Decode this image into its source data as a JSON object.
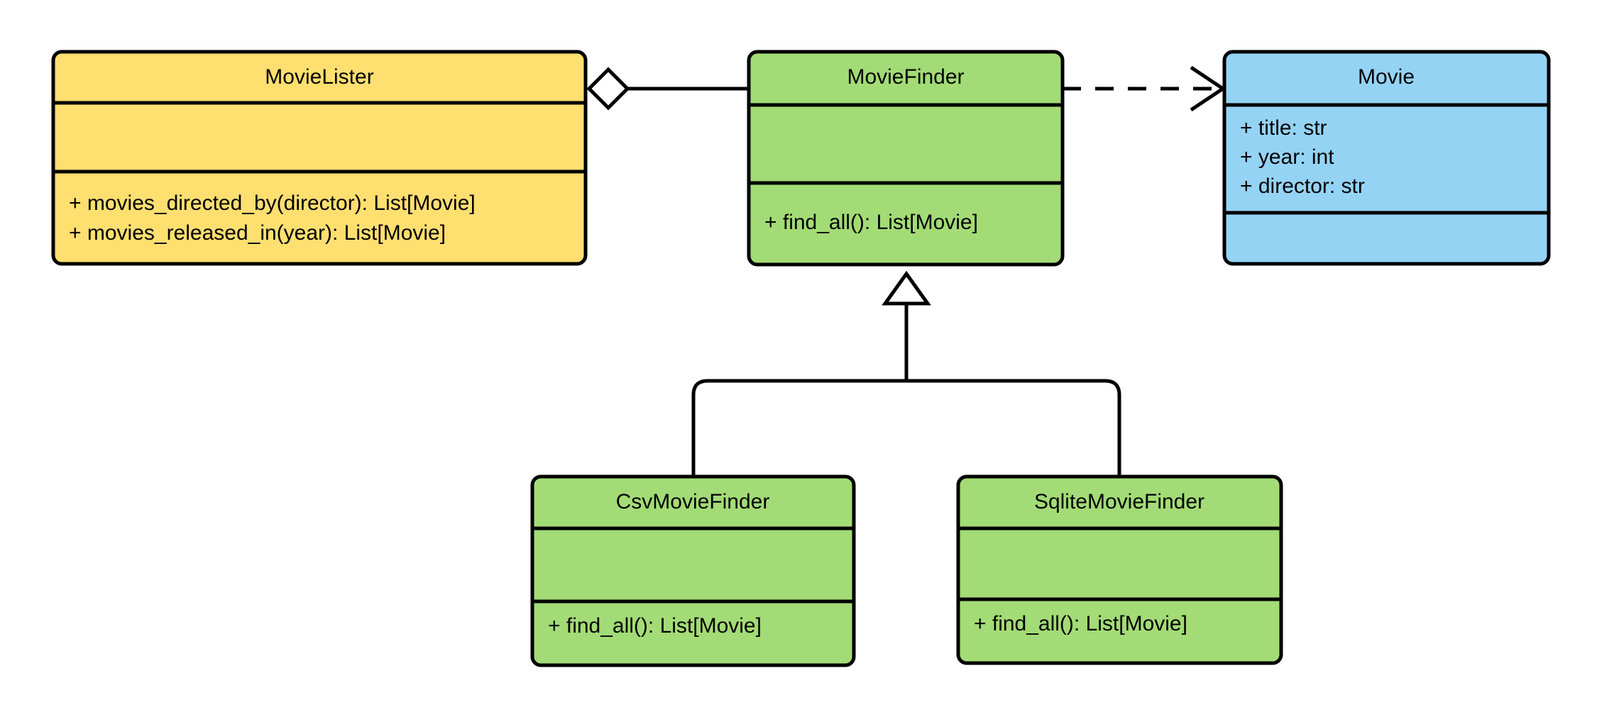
{
  "diagram": {
    "kind": "uml-class-diagram",
    "background_color": "#ffffff",
    "line_color": "#000000",
    "palette": {
      "yellow": "#ffdf70",
      "green": "#a3db76",
      "blue": "#95d3f5",
      "white": "#ffffff"
    }
  },
  "classes": {
    "movie_lister": {
      "name": "MovieLister",
      "fill": "#ffdf70",
      "attributes": [],
      "methods": [
        "+ movies_directed_by(director): List[Movie]",
        "+ movies_released_in(year): List[Movie]"
      ]
    },
    "movie_finder": {
      "name": "MovieFinder",
      "fill": "#a3db76",
      "attributes": [],
      "methods": [
        "+ find_all(): List[Movie]"
      ]
    },
    "movie": {
      "name": "Movie",
      "fill": "#95d3f5",
      "attributes": [
        "+ title: str",
        "+ year: int",
        "+ director: str"
      ],
      "methods": []
    },
    "csv_movie_finder": {
      "name": "CsvMovieFinder",
      "fill": "#a3db76",
      "attributes": [],
      "methods": [
        "+ find_all(): List[Movie]"
      ]
    },
    "sqlite_movie_finder": {
      "name": "SqliteMovieFinder",
      "fill": "#a3db76",
      "attributes": [],
      "methods": [
        "+ find_all(): List[Movie]"
      ]
    }
  },
  "relationships": [
    {
      "id": "aggregation-lister-finder",
      "type": "aggregation",
      "source": "MovieLister",
      "target": "MovieFinder",
      "line_style": "solid",
      "source_marker": "hollow-diamond",
      "target_marker": "none",
      "label": ""
    },
    {
      "id": "dependency-finder-movie",
      "type": "dependency",
      "source": "MovieFinder",
      "target": "Movie",
      "line_style": "dashed",
      "source_marker": "none",
      "target_marker": "open-arrow",
      "label": ""
    },
    {
      "id": "inheritance-csv-finder",
      "type": "generalization",
      "source": "CsvMovieFinder",
      "target": "MovieFinder",
      "line_style": "solid",
      "source_marker": "none",
      "target_marker": "hollow-triangle",
      "label": ""
    },
    {
      "id": "inheritance-sqlite-finder",
      "type": "generalization",
      "source": "SqliteMovieFinder",
      "target": "MovieFinder",
      "line_style": "solid",
      "source_marker": "none",
      "target_marker": "hollow-triangle",
      "label": ""
    }
  ]
}
